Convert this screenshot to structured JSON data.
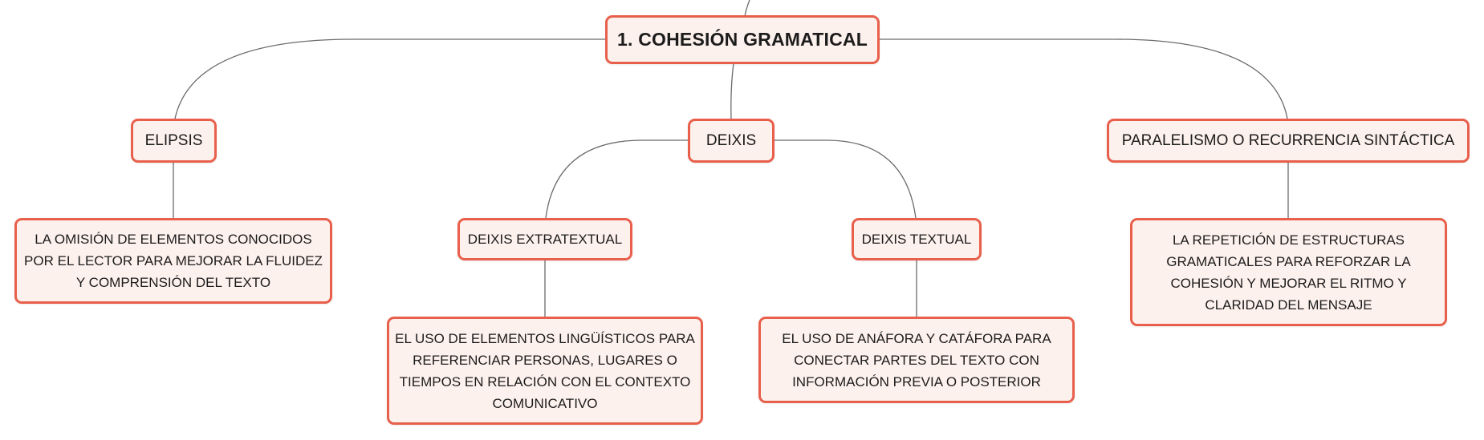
{
  "diagram": {
    "type": "mind-map",
    "colors": {
      "node_border": "#e8604c",
      "node_fill": "#fdf1ed",
      "connector": "#6b6b6b",
      "text": "#1c1c1c"
    },
    "root": {
      "label": "1. COHESIÓN GRAMATICAL"
    },
    "branches": {
      "elipsis": {
        "label": "ELIPSIS",
        "description": "LA OMISIÓN DE ELEMENTOS CONOCIDOS POR EL LECTOR PARA MEJORAR LA FLUIDEZ Y COMPRENSIÓN DEL TEXTO"
      },
      "deixis": {
        "label": "DEIXIS",
        "extratextual": {
          "label": "DEIXIS EXTRATEXTUAL",
          "description": "EL USO DE ELEMENTOS LINGÜÍSTICOS PARA REFERENCIAR PERSONAS, LUGARES O TIEMPOS EN RELACIÓN CON EL CONTEXTO COMUNICATIVO"
        },
        "textual": {
          "label": "DEIXIS TEXTUAL",
          "description": "EL USO DE ANÁFORA Y CATÁFORA PARA CONECTAR PARTES DEL TEXTO CON INFORMACIÓN PREVIA O POSTERIOR"
        }
      },
      "paralelismo": {
        "label": "PARALELISMO O RECURRENCIA SINTÁCTICA",
        "description": "LA REPETICIÓN DE ESTRUCTURAS GRAMATICALES PARA REFORZAR LA COHESIÓN Y MEJORAR EL RITMO Y CLARIDAD DEL MENSAJE"
      }
    }
  }
}
